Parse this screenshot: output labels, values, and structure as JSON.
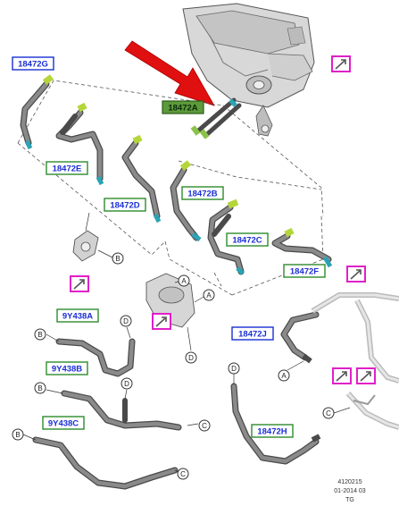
{
  "labels": {
    "l_18472G": "18472G",
    "l_18472E": "18472E",
    "l_18472A": "18472A",
    "l_18472D": "18472D",
    "l_18472B": "18472B",
    "l_18472C": "18472C",
    "l_18472F": "18472F",
    "l_18472J": "18472J",
    "l_18472H": "18472H",
    "l_9Y438A": "9Y438A",
    "l_9Y438B": "9Y438B",
    "l_9Y438C": "9Y438C"
  },
  "callouts": {
    "A": "A",
    "B": "B",
    "C": "C",
    "D": "D"
  },
  "footer": {
    "code": "4120215",
    "date": "01-2014 03",
    "initials": "TG"
  },
  "colors": {
    "accent_blue": "#1a2fd6",
    "accent_green": "#5c9a3a",
    "reference_magenta": "#e020c8",
    "arrow_red": "#e01010"
  }
}
